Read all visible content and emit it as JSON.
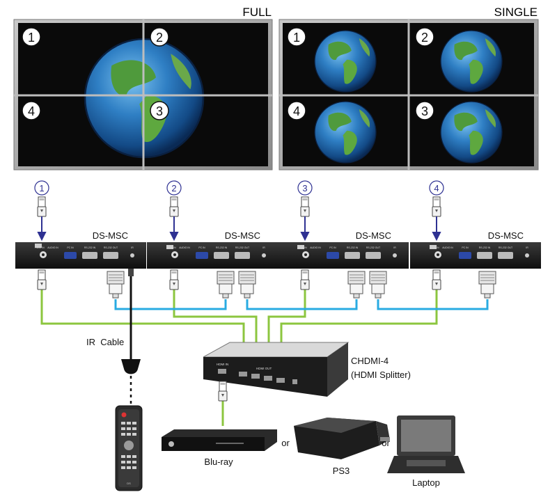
{
  "walls": {
    "full": {
      "label": "FULL",
      "screens": [
        "1",
        "2",
        "4",
        "3"
      ]
    },
    "single": {
      "label": "SINGLE",
      "screens": [
        "1",
        "2",
        "4",
        "3"
      ]
    }
  },
  "outputs": [
    "1",
    "2",
    "3",
    "4"
  ],
  "receivers": [
    {
      "label": "DS-MSC",
      "ports": [
        "HDMI IN",
        "AUDIO IN",
        "PC IN",
        "RS-232 IN",
        "RS-232 OUT",
        "IR"
      ]
    },
    {
      "label": "DS-MSC",
      "ports": [
        "HDMI IN",
        "AUDIO IN",
        "PC IN",
        "RS-232 IN",
        "RS-232 OUT",
        "IR"
      ]
    },
    {
      "label": "DS-MSC",
      "ports": [
        "HDMI IN",
        "AUDIO IN",
        "PC IN",
        "RS-232 IN",
        "RS-232 OUT",
        "IR"
      ]
    },
    {
      "label": "DS-MSC",
      "ports": [
        "HDMI IN",
        "AUDIO IN",
        "PC IN",
        "RS-232 IN",
        "RS-232 OUT",
        "IR"
      ]
    }
  ],
  "ir_cable": {
    "label": "IR  Cable"
  },
  "splitter": {
    "name": "CHDMI-4",
    "subtitle": "(HDMI Splitter)",
    "port_in": "HDMI IN",
    "port_out": "HDMI OUT"
  },
  "remote": {
    "brand": "DS"
  },
  "sources": {
    "bluray": "Blu-ray",
    "ps3": "PS3",
    "laptop": "Laptop",
    "or1": "or",
    "or2": "or"
  },
  "colors": {
    "hdmi_cable": "#8cc63f",
    "rs232_cable": "#29abe2",
    "arrow": "#2e3192",
    "screen_bg": "#0a0a0a",
    "device": "#1a1a1a"
  }
}
